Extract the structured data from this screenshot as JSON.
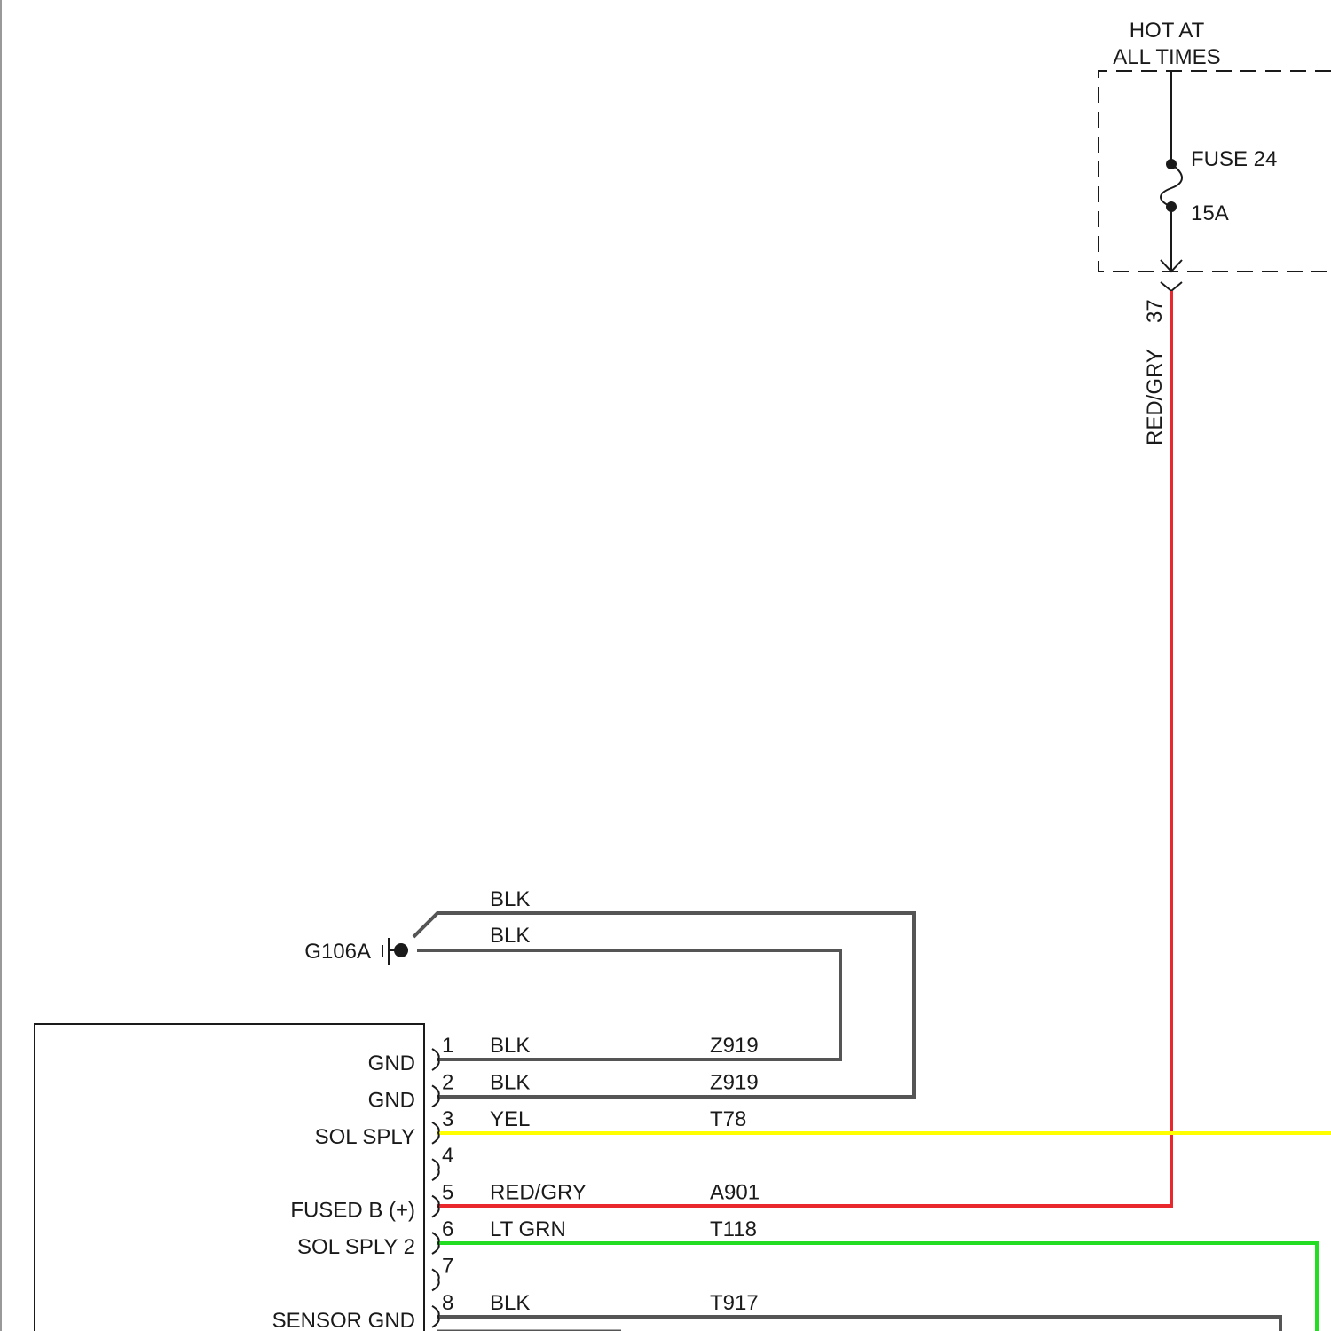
{
  "power_source": {
    "title_line1": "HOT AT",
    "title_line2": "ALL TIMES",
    "fuse_name": "FUSE 24",
    "fuse_rating": "15A",
    "cavity": "37",
    "wire_color": "RED/GRY"
  },
  "ground": {
    "name": "G106A",
    "wire_upper_color": "BLK",
    "wire_lower_color": "BLK"
  },
  "connector_pins": [
    {
      "pin": "1",
      "function": "GND",
      "color": "BLK",
      "circuit": "Z919"
    },
    {
      "pin": "2",
      "function": "GND",
      "color": "BLK",
      "circuit": "Z919"
    },
    {
      "pin": "3",
      "function": "SOL SPLY",
      "color": "YEL",
      "circuit": "T78"
    },
    {
      "pin": "4",
      "function": "",
      "color": "",
      "circuit": ""
    },
    {
      "pin": "5",
      "function": "FUSED B (+)",
      "color": "RED/GRY",
      "circuit": "A901"
    },
    {
      "pin": "6",
      "function": "SOL SPLY 2",
      "color": "LT GRN",
      "circuit": "T118"
    },
    {
      "pin": "7",
      "function": "",
      "color": "",
      "circuit": ""
    },
    {
      "pin": "8",
      "function": "SENSOR GND",
      "color": "BLK",
      "circuit": "T917"
    }
  ],
  "colors": {
    "blk_wire": "#555555",
    "yel_wire": "#ffff00",
    "red_wire": "#e8282d",
    "grn_wire": "#22dd22",
    "line": "#1a1a1a"
  }
}
